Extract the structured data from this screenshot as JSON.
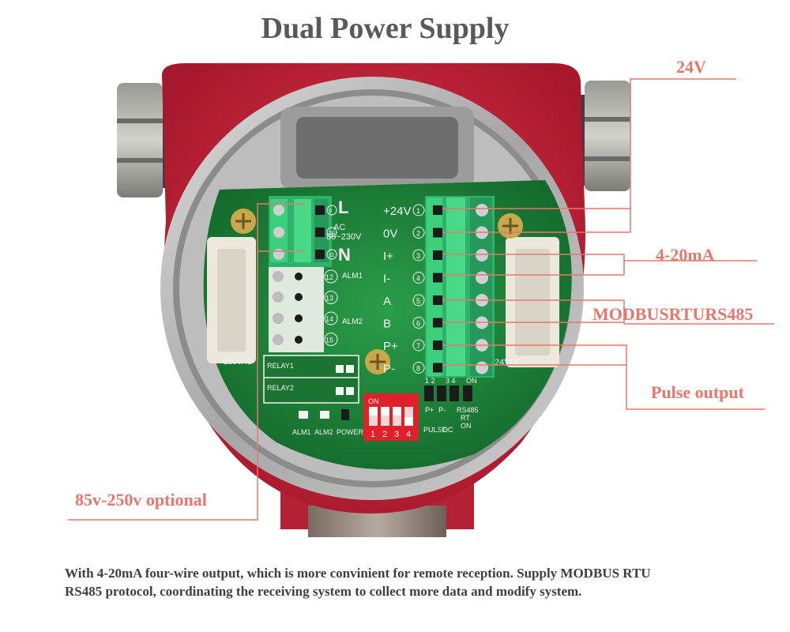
{
  "title": "Dual Power Supply",
  "callouts": {
    "v24": "24V",
    "ma": "4-20mA",
    "modbus": "MODBUSRTURS485",
    "pulse": "Pulse output",
    "ac_range": "85v-250v optional"
  },
  "caption": {
    "line1": "With 4-20mA four-wire output, which is more convinient for remote reception. Supply MODBUS RTU",
    "line2": "RS485 protocol, coordinating the receiving system to collect more data and modify system."
  },
  "board": {
    "l": "L",
    "n": "N",
    "ac": "AC",
    "ac_range": "85~230V",
    "alm1": "ALM1",
    "alm2": "ALM2",
    "relay1": "RELAY1",
    "relay2": "RELAY2",
    "led_alm1": "ALM1",
    "led_alm2": "ALM2",
    "led_power": "POWER",
    "vac": "230VAC",
    "vdc": "24VDC",
    "term_labels": [
      "+24V",
      "0V",
      "I+",
      "I-",
      "A",
      "B",
      "P+",
      "P-"
    ],
    "term_nums": [
      "1",
      "2",
      "3",
      "4",
      "5",
      "6",
      "7",
      "8"
    ],
    "left_nums": [
      "9",
      "10",
      "11"
    ],
    "alm_nums": [
      "12",
      "13",
      "14",
      "15"
    ],
    "dip_on": "ON",
    "dip_nums": [
      "1",
      "2",
      "3",
      "4"
    ],
    "jumper_top": [
      "1 2",
      "3 4",
      "ON"
    ],
    "jumper_labels": [
      "P+",
      "P-",
      "RS485",
      "RT",
      "ON",
      "PULSE",
      "OC"
    ]
  },
  "colors": {
    "housing": "#c8203a",
    "pcb": "#1f8a3b",
    "terminal": "#2fb36a",
    "callout": "#e8766b",
    "dip": "#e0202a"
  }
}
